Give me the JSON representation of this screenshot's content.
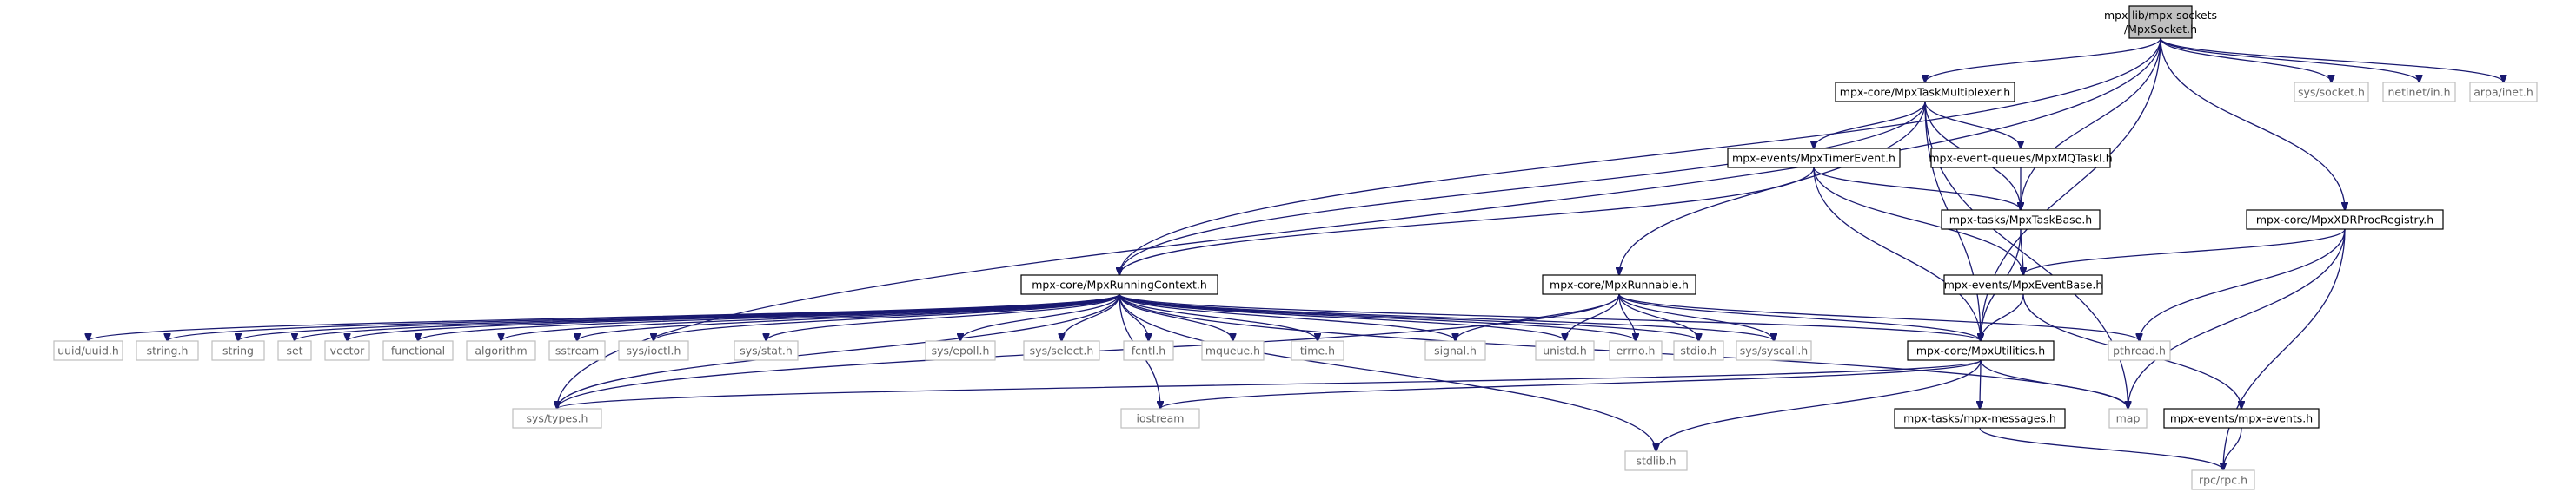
{
  "colors": {
    "edge": "#191970",
    "border_dark": "#000000",
    "border_light": "#bfbfbf",
    "text_dark": "#000000",
    "text_light": "#666666",
    "root_fill": "#bfbfbf",
    "fill": "#ffffff"
  },
  "nodes": [
    {
      "id": "root",
      "label1": "mpx-lib/mpx-sockets",
      "label2": "/MpxSocket.h",
      "kind": "root"
    },
    {
      "id": "mtm",
      "label1": "mpx-core/MpxTaskMultiplexer.h",
      "label2": "",
      "kind": "doc"
    },
    {
      "id": "sock",
      "label1": "sys/socket.h",
      "label2": "",
      "kind": "ext"
    },
    {
      "id": "netin",
      "label1": "netinet/in.h",
      "label2": "",
      "kind": "ext"
    },
    {
      "id": "arpa",
      "label1": "arpa/inet.h",
      "label2": "",
      "kind": "ext"
    },
    {
      "id": "xdr",
      "label1": "mpx-core/MpxXDRProcRegistry.h",
      "label2": "",
      "kind": "doc"
    },
    {
      "id": "timer",
      "label1": "mpx-events/MpxTimerEvent.h",
      "label2": "",
      "kind": "doc"
    },
    {
      "id": "mq",
      "label1": "mpx-event-queues/MpxMQTaskI.h",
      "label2": "",
      "kind": "doc"
    },
    {
      "id": "taskbase",
      "label1": "mpx-tasks/MpxTaskBase.h",
      "label2": "",
      "kind": "doc"
    },
    {
      "id": "ctx",
      "label1": "mpx-core/MpxRunningContext.h",
      "label2": "",
      "kind": "doc"
    },
    {
      "id": "runnable",
      "label1": "mpx-core/MpxRunnable.h",
      "label2": "",
      "kind": "doc"
    },
    {
      "id": "evbase",
      "label1": "mpx-events/MpxEventBase.h",
      "label2": "",
      "kind": "doc"
    },
    {
      "id": "util",
      "label1": "mpx-core/MpxUtilities.h",
      "label2": "",
      "kind": "doc"
    },
    {
      "id": "uuid",
      "label1": "uuid/uuid.h",
      "label2": "",
      "kind": "ext"
    },
    {
      "id": "stringh",
      "label1": "string.h",
      "label2": "",
      "kind": "ext"
    },
    {
      "id": "string",
      "label1": "string",
      "label2": "",
      "kind": "ext"
    },
    {
      "id": "set",
      "label1": "set",
      "label2": "",
      "kind": "ext"
    },
    {
      "id": "vector",
      "label1": "vector",
      "label2": "",
      "kind": "ext"
    },
    {
      "id": "functional",
      "label1": "functional",
      "label2": "",
      "kind": "ext"
    },
    {
      "id": "algorithm",
      "label1": "algorithm",
      "label2": "",
      "kind": "ext"
    },
    {
      "id": "sstream",
      "label1": "sstream",
      "label2": "",
      "kind": "ext"
    },
    {
      "id": "ioctl",
      "label1": "sys/ioctl.h",
      "label2": "",
      "kind": "ext"
    },
    {
      "id": "stat",
      "label1": "sys/stat.h",
      "label2": "",
      "kind": "ext"
    },
    {
      "id": "epoll",
      "label1": "sys/epoll.h",
      "label2": "",
      "kind": "ext"
    },
    {
      "id": "select",
      "label1": "sys/select.h",
      "label2": "",
      "kind": "ext"
    },
    {
      "id": "fcntl",
      "label1": "fcntl.h",
      "label2": "",
      "kind": "ext"
    },
    {
      "id": "mqueue",
      "label1": "mqueue.h",
      "label2": "",
      "kind": "ext"
    },
    {
      "id": "time",
      "label1": "time.h",
      "label2": "",
      "kind": "ext"
    },
    {
      "id": "signal",
      "label1": "signal.h",
      "label2": "",
      "kind": "ext"
    },
    {
      "id": "unistd",
      "label1": "unistd.h",
      "label2": "",
      "kind": "ext"
    },
    {
      "id": "errno",
      "label1": "errno.h",
      "label2": "",
      "kind": "ext"
    },
    {
      "id": "stdio",
      "label1": "stdio.h",
      "label2": "",
      "kind": "ext"
    },
    {
      "id": "syscall",
      "label1": "sys/syscall.h",
      "label2": "",
      "kind": "ext"
    },
    {
      "id": "pthread",
      "label1": "pthread.h",
      "label2": "",
      "kind": "ext"
    },
    {
      "id": "types",
      "label1": "sys/types.h",
      "label2": "",
      "kind": "ext"
    },
    {
      "id": "iostream",
      "label1": "iostream",
      "label2": "",
      "kind": "ext"
    },
    {
      "id": "stdlib",
      "label1": "stdlib.h",
      "label2": "",
      "kind": "ext"
    },
    {
      "id": "messages",
      "label1": "mpx-tasks/mpx-messages.h",
      "label2": "",
      "kind": "doc"
    },
    {
      "id": "map",
      "label1": "map",
      "label2": "",
      "kind": "ext"
    },
    {
      "id": "events",
      "label1": "mpx-events/mpx-events.h",
      "label2": "",
      "kind": "doc"
    },
    {
      "id": "rpc",
      "label1": "rpc/rpc.h",
      "label2": "",
      "kind": "ext"
    }
  ],
  "edges": [
    [
      "root",
      "types"
    ],
    [
      "root",
      "ctx"
    ],
    [
      "root",
      "mtm"
    ],
    [
      "root",
      "util"
    ],
    [
      "root",
      "taskbase"
    ],
    [
      "root",
      "sock"
    ],
    [
      "root",
      "netin"
    ],
    [
      "root",
      "arpa"
    ],
    [
      "root",
      "xdr"
    ],
    [
      "mtm",
      "ctx"
    ],
    [
      "mtm",
      "runnable"
    ],
    [
      "mtm",
      "timer"
    ],
    [
      "mtm",
      "mq"
    ],
    [
      "mtm",
      "taskbase"
    ],
    [
      "mtm",
      "util"
    ],
    [
      "mtm",
      "map"
    ],
    [
      "timer",
      "ctx"
    ],
    [
      "timer",
      "taskbase"
    ],
    [
      "timer",
      "evbase"
    ],
    [
      "timer",
      "util"
    ],
    [
      "mq",
      "taskbase"
    ],
    [
      "taskbase",
      "evbase"
    ],
    [
      "taskbase",
      "util"
    ],
    [
      "xdr",
      "evbase"
    ],
    [
      "xdr",
      "pthread"
    ],
    [
      "xdr",
      "map"
    ],
    [
      "xdr",
      "rpc"
    ],
    [
      "evbase",
      "util"
    ],
    [
      "evbase",
      "events"
    ],
    [
      "runnable",
      "signal"
    ],
    [
      "runnable",
      "unistd"
    ],
    [
      "runnable",
      "errno"
    ],
    [
      "runnable",
      "stdio"
    ],
    [
      "runnable",
      "syscall"
    ],
    [
      "runnable",
      "pthread"
    ],
    [
      "runnable",
      "util"
    ],
    [
      "runnable",
      "types"
    ],
    [
      "ctx",
      "uuid"
    ],
    [
      "ctx",
      "stringh"
    ],
    [
      "ctx",
      "string"
    ],
    [
      "ctx",
      "set"
    ],
    [
      "ctx",
      "vector"
    ],
    [
      "ctx",
      "functional"
    ],
    [
      "ctx",
      "algorithm"
    ],
    [
      "ctx",
      "sstream"
    ],
    [
      "ctx",
      "ioctl"
    ],
    [
      "ctx",
      "stat"
    ],
    [
      "ctx",
      "epoll"
    ],
    [
      "ctx",
      "select"
    ],
    [
      "ctx",
      "fcntl"
    ],
    [
      "ctx",
      "mqueue"
    ],
    [
      "ctx",
      "time"
    ],
    [
      "ctx",
      "signal"
    ],
    [
      "ctx",
      "unistd"
    ],
    [
      "ctx",
      "errno"
    ],
    [
      "ctx",
      "stdio"
    ],
    [
      "ctx",
      "syscall"
    ],
    [
      "ctx",
      "util"
    ],
    [
      "ctx",
      "types"
    ],
    [
      "ctx",
      "iostream"
    ],
    [
      "ctx",
      "stdlib"
    ],
    [
      "ctx",
      "map"
    ],
    [
      "util",
      "types"
    ],
    [
      "util",
      "iostream"
    ],
    [
      "util",
      "stdlib"
    ],
    [
      "util",
      "messages"
    ],
    [
      "util",
      "map"
    ],
    [
      "messages",
      "rpc"
    ],
    [
      "events",
      "rpc"
    ]
  ]
}
